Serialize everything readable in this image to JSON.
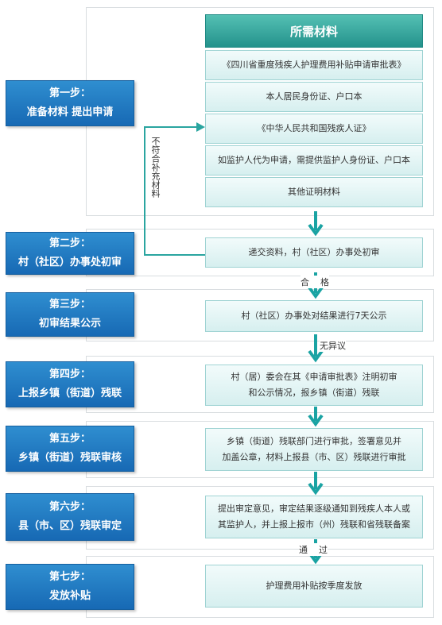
{
  "header": "所需材料",
  "materials": [
    "《四川省重度残疾人护理费用补贴申请审批表》",
    "本人居民身份证、户口本",
    "《中华人民共和国残疾人证》",
    "如监护人代为申请，需提供监护人身份证、户口本",
    "其他证明材料"
  ],
  "steps": [
    {
      "num": "第一步：",
      "title": "准备材料  提出申请"
    },
    {
      "num": "第二步：",
      "title": "村（社区）办事处初审",
      "box": [
        "递交资料，村（社区）办事处初审"
      ]
    },
    {
      "num": "第三步：",
      "title": "初审结果公示",
      "box": [
        "村（社区）办事处对结果进行7天公示"
      ]
    },
    {
      "num": "第四步：",
      "title": "上报乡镇（街道）残联",
      "box": [
        "村（居）委会在其《申请审批表》注明初审",
        "和公示情况，报乡镇（街道）残联"
      ]
    },
    {
      "num": "第五步：",
      "title": "乡镇（街道）残联审核",
      "box": [
        "乡镇（街道）残联部门进行审批，签署意见并",
        "加盖公章，材料上报县（市、区）残联进行审批"
      ]
    },
    {
      "num": "第六步：",
      "title": "县（市、区）残联审定",
      "box": [
        "提出审定意见，审定结果逐级通知到残疾人本人或",
        "其监护人，并上报上报市（州）残联和省残联备案"
      ]
    },
    {
      "num": "第七步：",
      "title": "发放补贴",
      "box": [
        "护理费用补贴按季度发放"
      ]
    }
  ],
  "labels": {
    "qualified": "合    格",
    "no_objection": "无异议",
    "passed": "通    过",
    "not_qualified": "不符合补充材料"
  },
  "colors": {
    "step_blue": "#1f7cc2",
    "material_header": "#2ea398",
    "box_fill": "#e2f4f4",
    "arrow": "#1aa3a3",
    "connector": "#2aa5a0"
  }
}
